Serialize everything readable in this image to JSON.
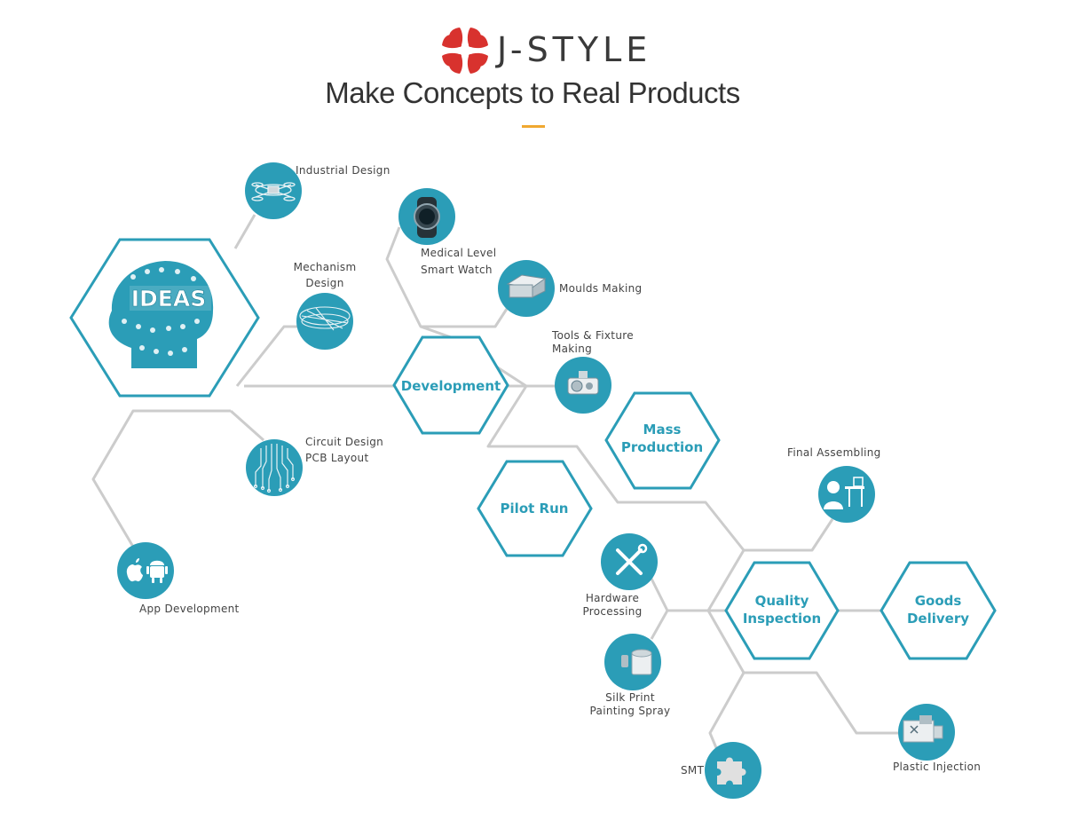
{
  "brand": {
    "name": "J-STYLE",
    "logo_icon": "jstyle-flower-logo",
    "logo_color": "#d8322e"
  },
  "title": "Make Concepts to Real Products",
  "colors": {
    "teal": "#2b9db7",
    "line": "#cccccc",
    "accent": "#f0a830"
  },
  "hubs": {
    "ideas": {
      "label": "IDEAS"
    },
    "development": {
      "label": "Development"
    },
    "mass_production": {
      "line1": "Mass",
      "line2": "Production"
    },
    "pilot_run": {
      "label": "Pilot Run"
    },
    "quality_inspection": {
      "line1": "Quality",
      "line2": "Inspection"
    },
    "goods_delivery": {
      "line1": "Goods",
      "line2": "Delivery"
    }
  },
  "steps": {
    "industrial_design": {
      "line1": "Industrial Design",
      "icon": "drone-sketch-icon"
    },
    "mechanism_design": {
      "line1": "Mechanism",
      "line2": "Design",
      "icon": "mechanism-wireframe-icon"
    },
    "circuit_design": {
      "line1": "Circuit Design",
      "line2": "PCB Layout",
      "icon": "circuit-board-icon"
    },
    "app_development": {
      "line1": "App Development",
      "icon": "apple-android-icon"
    },
    "smart_watch": {
      "line1": "Medical Level",
      "line2": "Smart Watch",
      "icon": "smart-watch-icon"
    },
    "moulds_making": {
      "line1": "Moulds Making",
      "icon": "mould-icon"
    },
    "tools_fixture": {
      "line1": "Tools & Fixture",
      "line2": "Making",
      "icon": "fixture-icon"
    },
    "final_assembling": {
      "line1": "Final Assembling",
      "icon": "assembly-worker-icon"
    },
    "hardware_processing": {
      "line1": "Hardware",
      "line2": "Processing",
      "icon": "tools-icon"
    },
    "silk_print": {
      "line1": "Silk Print",
      "line2": "Painting Spray",
      "icon": "paint-can-icon"
    },
    "smt": {
      "line1": "SMT",
      "icon": "puzzle-piece-icon"
    },
    "plastic_injection": {
      "line1": "Plastic Injection",
      "icon": "injection-machine-icon"
    }
  }
}
